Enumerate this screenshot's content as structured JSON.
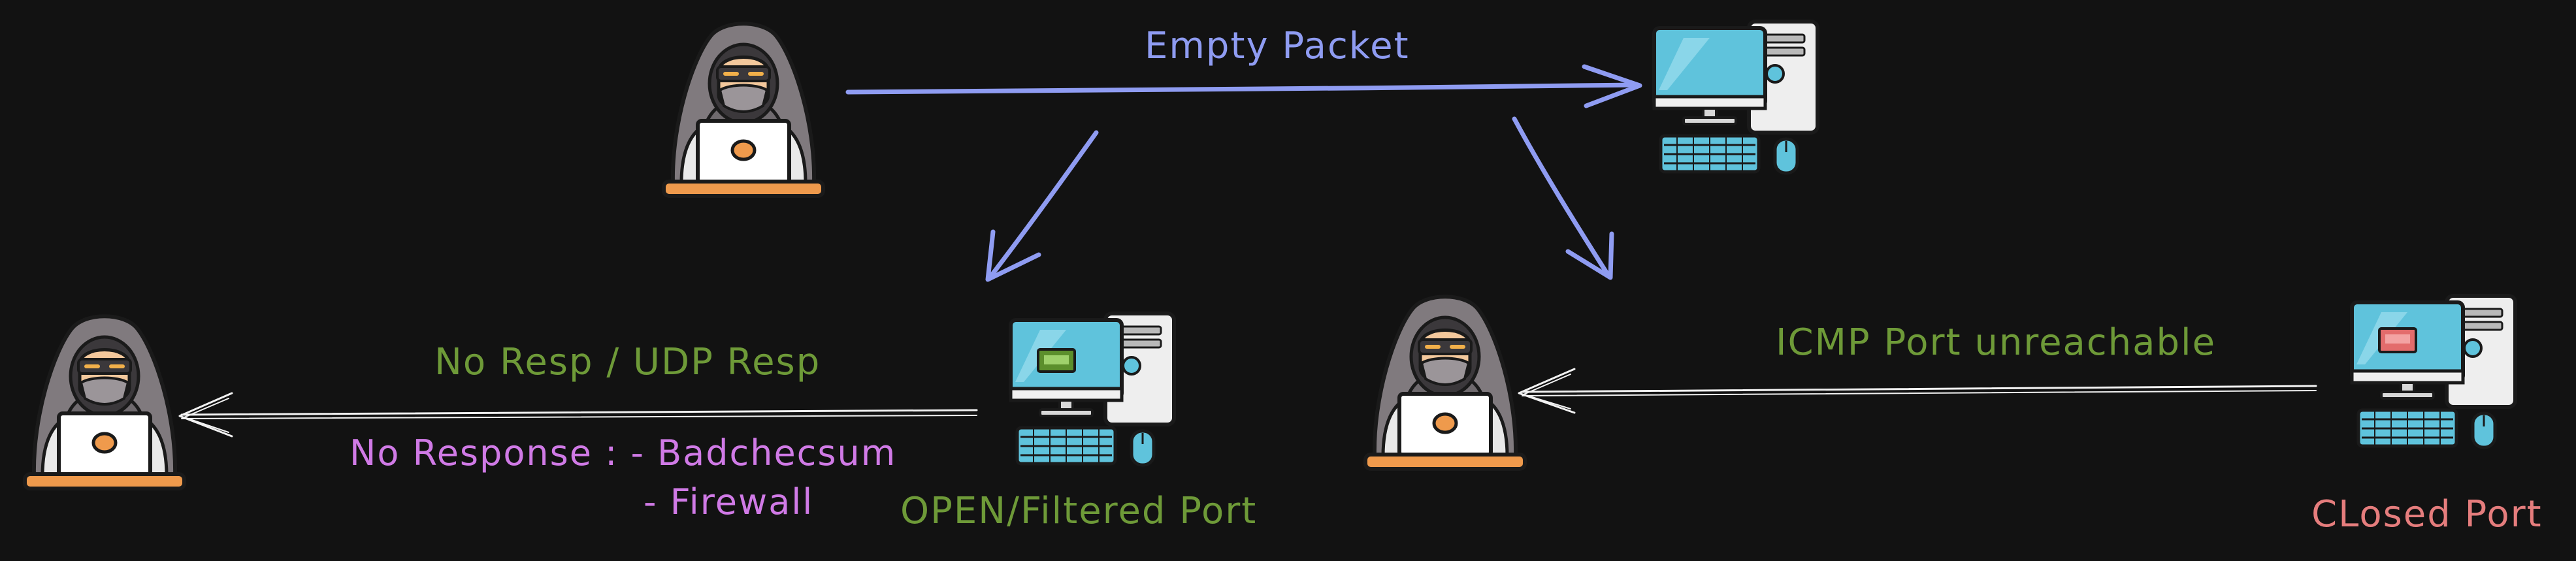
{
  "labels": {
    "empty_packet": "Empty Packet",
    "no_resp_udp": "No Resp / UDP Resp",
    "no_response_bad": "No Response : - Badchecsum",
    "firewall": "- Firewall",
    "open_filtered": "OPEN/Filtered Port",
    "icmp": "ICMP Port unreachable",
    "closed": "CLosed Port"
  },
  "colors": {
    "background": "#121212",
    "request_arrow": "#8f9cf2",
    "response_arrow": "#ffffff",
    "green_text": "#6e9a38",
    "pink_text": "#d07ae6",
    "red_text": "#e57d7d",
    "monitor": "#5fc3dc",
    "tower": "#eeeeee",
    "hood": "#807a7e",
    "laptop_base": "#ef9a4c"
  },
  "nodes": [
    {
      "id": "attacker-top",
      "icon": "hacker-icon"
    },
    {
      "id": "target-top",
      "icon": "computer-icon"
    },
    {
      "id": "attacker-left",
      "icon": "hacker-icon"
    },
    {
      "id": "target-open",
      "icon": "computer-icon",
      "badge": "green"
    },
    {
      "id": "attacker-middle",
      "icon": "hacker-icon"
    },
    {
      "id": "target-closed",
      "icon": "computer-icon",
      "badge": "red"
    }
  ],
  "edges": [
    {
      "from": "attacker-top",
      "to": "target-top",
      "label": "Empty Packet"
    },
    {
      "from": "attacker-top",
      "to": "target-open"
    },
    {
      "from": "target-top",
      "to": "attacker-middle"
    },
    {
      "from": "target-open",
      "to": "attacker-left",
      "label": "No Resp / UDP Resp"
    },
    {
      "from": "target-closed",
      "to": "attacker-middle",
      "label": "ICMP Port unreachable"
    }
  ]
}
